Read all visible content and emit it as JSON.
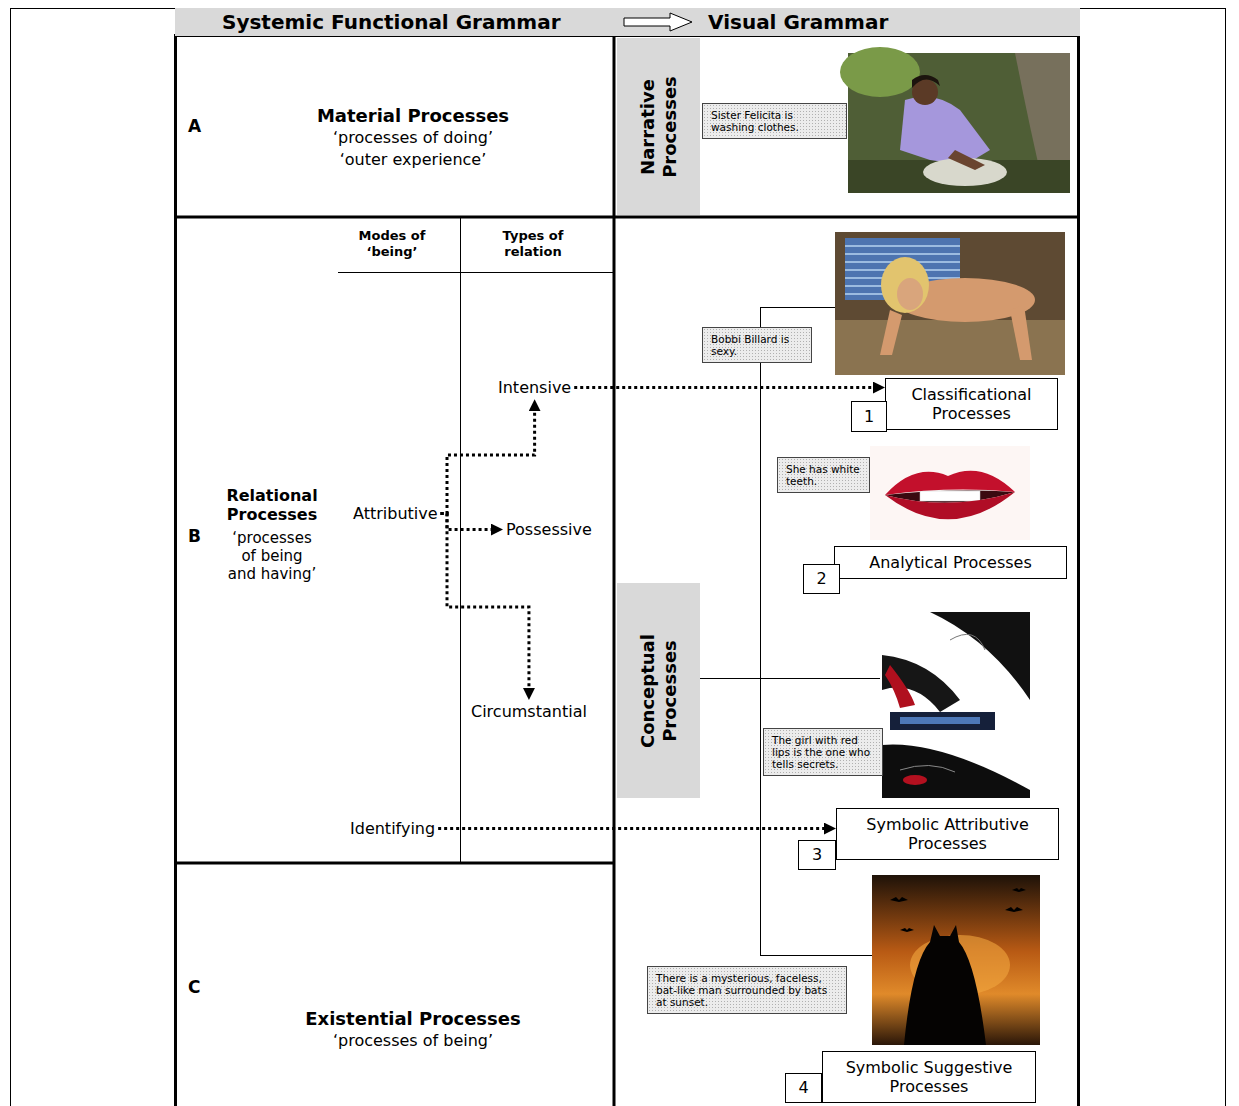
{
  "diagram": {
    "nodes": [
      {
        "text": [
          "Systemic Functional Grammar",
          "Visual Grammar"
        ]
      },
      {
        "text": [
          "A",
          "Material Processes",
          "‘processes of doing’",
          "‘outer experience’"
        ]
      },
      {
        "text": [
          "Narrative Processes"
        ]
      },
      {
        "text": [
          "Sister Felicita is washing clothes."
        ]
      },
      {
        "text": [
          "B",
          "Relational Processes",
          "‘processes of being and having’",
          "Modes of ‘being’",
          "Types of relation"
        ]
      },
      {
        "text": [
          "Intensive"
        ],
        "in": 4
      },
      {
        "text": [
          "Attributive"
        ],
        "in": 4
      },
      {
        "text": [
          "Possessive"
        ],
        "in": 4
      },
      {
        "text": [
          "Circumstantial"
        ],
        "in": 4
      },
      {
        "text": [
          "Identifying"
        ],
        "in": 4
      },
      {
        "text": [
          "Conceptual Processes"
        ]
      },
      {
        "text": [
          "Bobbi Billard is sexy."
        ]
      },
      {
        "text": [
          "Classificational Processes"
        ]
      },
      {
        "text": [
          "1"
        ]
      },
      {
        "text": [
          "She has white teeth."
        ]
      },
      {
        "text": [
          "Analytical Processes"
        ]
      },
      {
        "text": [
          "2"
        ]
      },
      {
        "text": [
          "The girl with red lips is the one who tells secrets."
        ]
      },
      {
        "text": [
          "Symbolic Attributive Processes"
        ]
      },
      {
        "text": [
          "3"
        ]
      },
      {
        "text": [
          "C",
          "Existential Processes",
          "‘processes of being’"
        ]
      },
      {
        "text": [
          "There is a mysterious, faceless, bat-like man surrounded by bats at sunset."
        ]
      },
      {
        "text": [
          "Symbolic Suggestive Processes"
        ]
      },
      {
        "text": [
          "4"
        ]
      }
    ],
    "edges": [
      {
        "from": 6,
        "to": 5,
        "arrow": "to"
      },
      {
        "from": 6,
        "to": 7,
        "arrow": "to"
      },
      {
        "from": 6,
        "to": 8,
        "arrow": "to"
      },
      {
        "from": 5,
        "to": 12,
        "arrow": "to"
      },
      {
        "from": 9,
        "to": 18,
        "arrow": "to"
      }
    ]
  }
}
